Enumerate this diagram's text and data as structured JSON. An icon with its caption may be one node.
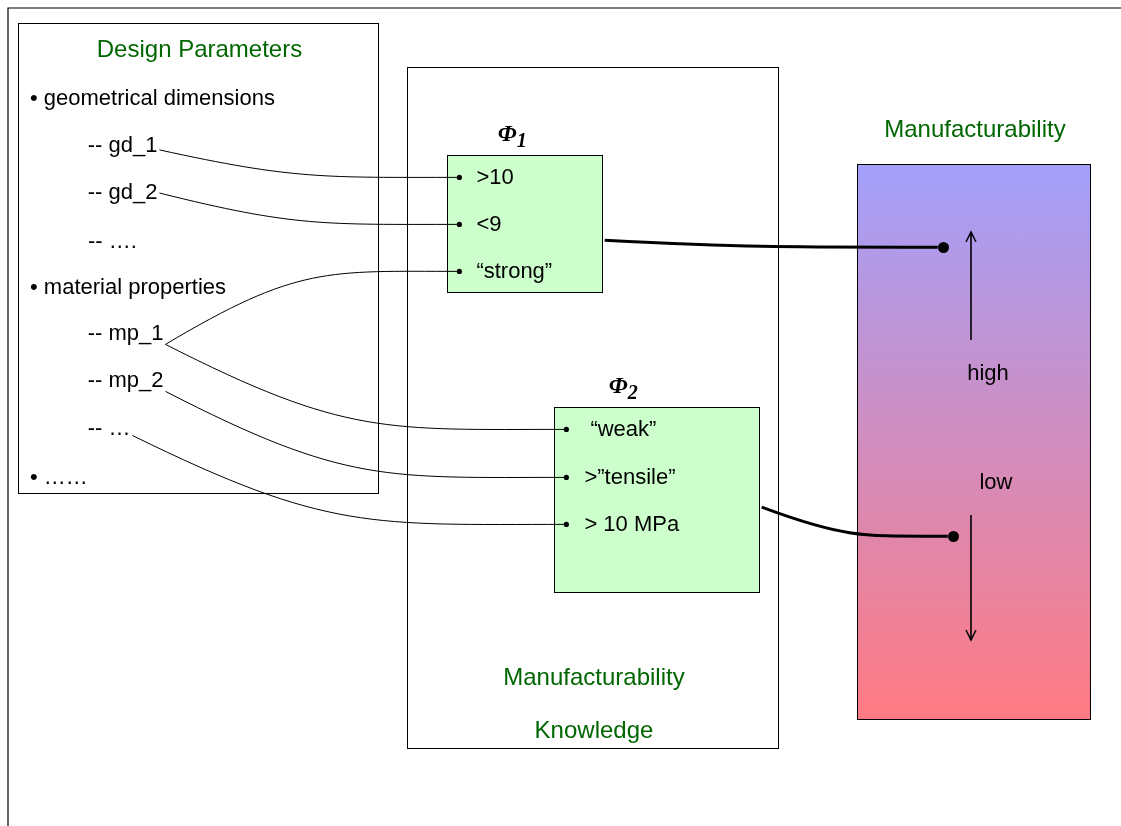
{
  "diagram": {
    "nodes": [
      {
        "text": [
          "Design Parameters",
          "• geometrical dimensions",
          "-- ….",
          "• material properties",
          "• ……"
        ]
      },
      {
        "text": [
          "-- gd_1"
        ],
        "in": 0
      },
      {
        "text": [
          "-- gd_2"
        ],
        "in": 0
      },
      {
        "text": [
          "-- mp_1"
        ],
        "in": 0
      },
      {
        "text": [
          "-- mp_2"
        ],
        "in": 0
      },
      {
        "text": [
          "-- …"
        ],
        "in": 0
      },
      {
        "text": [
          "Manufacturability Knowledge"
        ]
      },
      {
        "text": [
          "Φ$_{1}$"
        ],
        "in": 6
      },
      {
        "text": [
          ">10"
        ],
        "in": 7
      },
      {
        "text": [
          "<9"
        ],
        "in": 7
      },
      {
        "text": [
          "“strong”"
        ],
        "in": 7
      },
      {
        "text": [
          "Φ$_{2}$"
        ],
        "in": 6
      },
      {
        "text": [
          "“weak”"
        ],
        "in": 11
      },
      {
        "text": [
          ">”tensile”"
        ],
        "in": 11
      },
      {
        "text": [
          "> 10 MPa"
        ],
        "in": 11
      },
      {
        "text": [
          "Manufacturability",
          "high",
          "low"
        ]
      },
      {
        "text": [],
        "shape": "circle",
        "in": 15
      },
      {
        "text": [],
        "shape": "circle",
        "in": 15
      }
    ],
    "edges": [
      {
        "from": 1,
        "to": 8,
        "arrow": "other"
      },
      {
        "from": 2,
        "to": 9,
        "arrow": "other"
      },
      {
        "from": 3,
        "to": 10,
        "arrow": "other"
      },
      {
        "from": 3,
        "to": 12,
        "arrow": "other"
      },
      {
        "from": 4,
        "to": 13,
        "arrow": "other"
      },
      {
        "from": 5,
        "to": 14,
        "arrow": "other"
      },
      {
        "from": 7,
        "to": 16,
        "arrow": "none",
        "style": "thick"
      },
      {
        "from": 11,
        "to": 17,
        "arrow": "none",
        "style": "thick"
      }
    ]
  }
}
